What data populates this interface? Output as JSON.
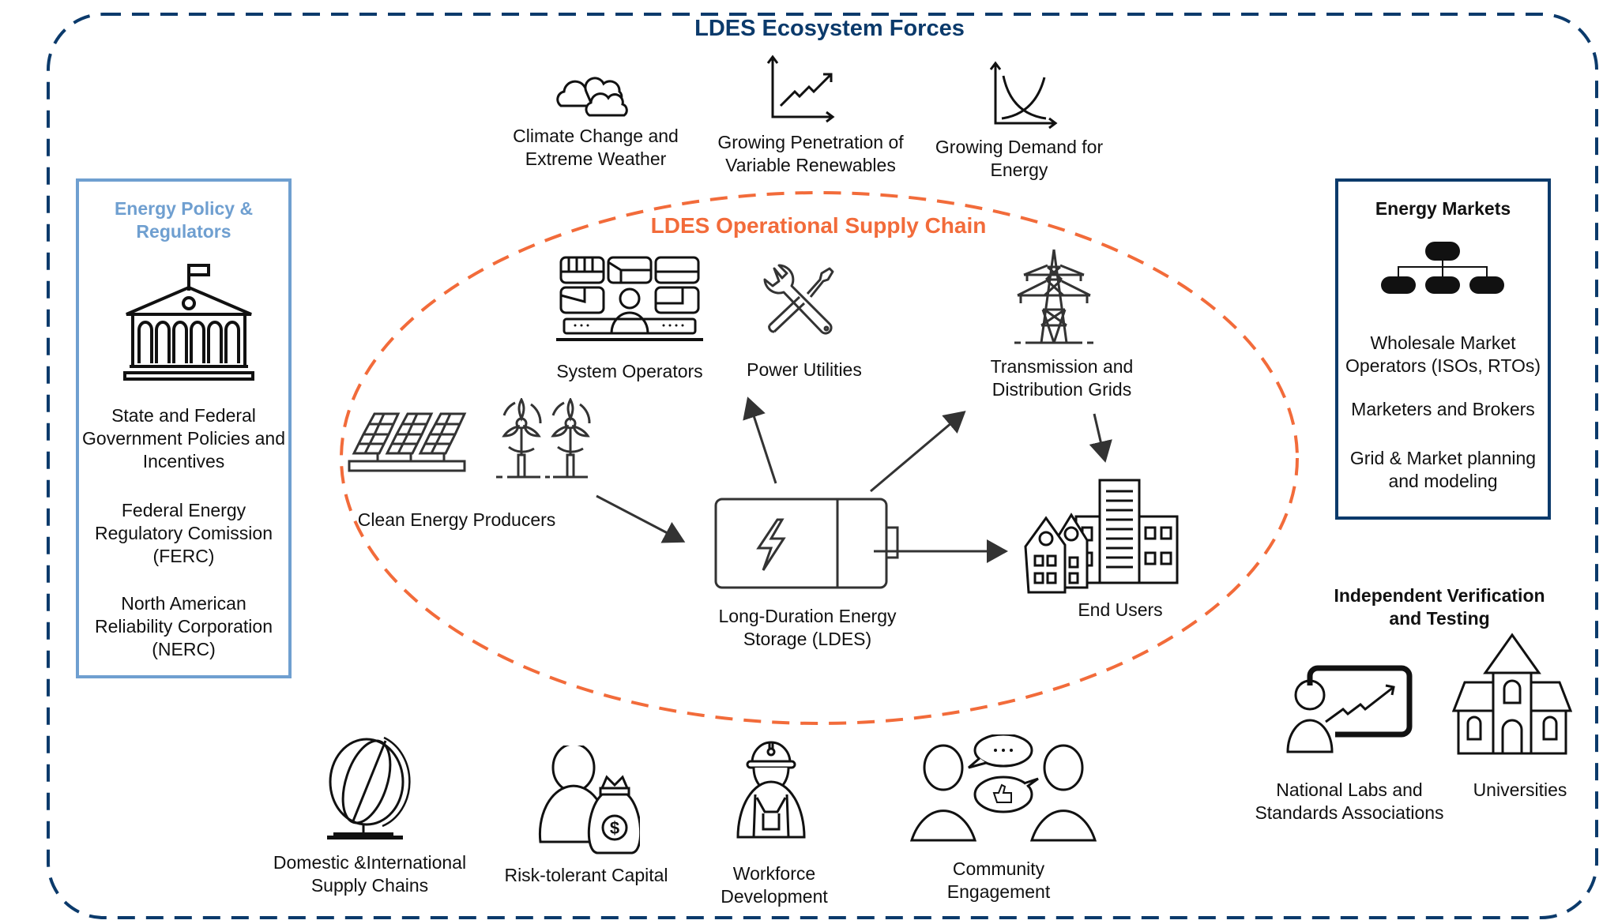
{
  "title": "LDES Ecosystem Forces",
  "colors": {
    "ecosystem_border": "#0b3a6b",
    "supply_chain": "#f26b3a",
    "policy_accent": "#6f9fd0",
    "icon_stroke": "#111111"
  },
  "forces_top": [
    {
      "icon": "clouds-icon",
      "lines": [
        "Climate Change and",
        "Extreme Weather"
      ]
    },
    {
      "icon": "rising-chart-icon",
      "lines": [
        "Growing Penetration of",
        "Variable Renewables"
      ]
    },
    {
      "icon": "supply-demand-curve-icon",
      "lines": [
        "Growing Demand for",
        "Energy"
      ]
    }
  ],
  "policy": {
    "title_lines": [
      "Energy Policy &",
      "Regulators"
    ],
    "icon": "government-building-icon",
    "items": [
      {
        "lines": [
          "State and Federal",
          "Government Policies and",
          "Incentives"
        ]
      },
      {
        "lines": [
          "Federal Energy",
          "Regulatory Comission",
          "(FERC)"
        ]
      },
      {
        "lines": [
          "North American",
          "Reliability Corporation",
          "(NERC)"
        ]
      }
    ]
  },
  "markets": {
    "title": "Energy Markets",
    "icon": "org-chart-icon",
    "items": [
      {
        "lines": [
          "Wholesale Market",
          "Operators (ISOs, RTOs)"
        ]
      },
      {
        "lines": [
          "Marketers and Brokers"
        ]
      },
      {
        "lines": [
          "Grid & Market planning",
          "and modeling"
        ]
      }
    ]
  },
  "supply_chain": {
    "title": "LDES Operational Supply Chain",
    "nodes": {
      "system_operators": {
        "icon": "control-room-operator-icon",
        "lines": [
          "System Operators"
        ]
      },
      "power_utilities": {
        "icon": "wrench-screwdriver-icon",
        "lines": [
          "Power Utilities"
        ]
      },
      "transmission": {
        "icon": "transmission-tower-icon",
        "lines": [
          "Transmission and",
          "Distribution Grids"
        ]
      },
      "clean_energy": {
        "icon": "solar-wind-icon",
        "lines": [
          "Clean Energy Producers"
        ]
      },
      "ldes": {
        "icon": "battery-icon",
        "lines": [
          "Long-Duration Energy",
          "Storage (LDES)"
        ]
      },
      "end_users": {
        "icon": "buildings-icon",
        "lines": [
          "End Users"
        ]
      }
    },
    "flows": [
      {
        "from": "clean_energy",
        "to": "ldes"
      },
      {
        "from": "ldes",
        "to": "power_utilities"
      },
      {
        "from": "ldes",
        "to": "transmission"
      },
      {
        "from": "ldes",
        "to": "end_users"
      },
      {
        "from": "transmission",
        "to": "end_users"
      }
    ]
  },
  "verification": {
    "title_lines": [
      "Independent Verification",
      "and Testing"
    ],
    "items": [
      {
        "icon": "presenter-chart-icon",
        "lines": [
          "National Labs and",
          "Standards Associations"
        ]
      },
      {
        "icon": "university-building-icon",
        "lines": [
          "Universities"
        ]
      }
    ]
  },
  "forces_bottom": [
    {
      "icon": "globe-icon",
      "lines": [
        "Domestic &International",
        "Supply Chains"
      ]
    },
    {
      "icon": "investor-money-bag-icon",
      "lines": [
        "Risk-tolerant Capital"
      ]
    },
    {
      "icon": "worker-hardhat-icon",
      "lines": [
        "Workforce",
        "Development"
      ]
    },
    {
      "icon": "people-conversation-icon",
      "lines": [
        "Community",
        "Engagement"
      ]
    }
  ]
}
